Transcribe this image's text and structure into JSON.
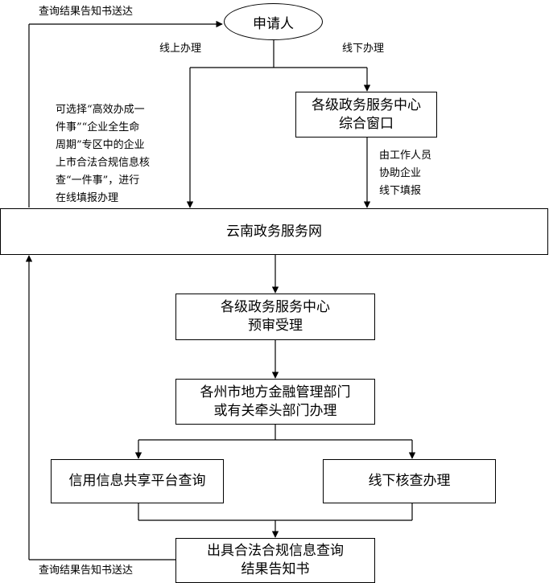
{
  "nodes": {
    "applicant": "申请人",
    "center_window": "各级政务服务中心\n综合窗口",
    "yunnan_portal": "云南政务服务网",
    "center_review": "各级政务服务中心\n预审受理",
    "finance_dept": "各州市地方金融管理部门\n或有关牵头部门办理",
    "credit_query": "信用信息共享平台查询",
    "offline_check": "线下核查办理",
    "issue_result": "出具合法合规信息查询\n结果告知书"
  },
  "edge_labels": {
    "online": "线上办理",
    "offline": "线下办理",
    "send_top": "查询结果告知书送达",
    "send_bottom": "查询结果告知书送达",
    "staff_assist": "由工作人员\n协助企业\n线下填报",
    "online_note": "可选择“高效办成一\n件事”“企业全生命\n周期”专区中的企业\n上市合法合规信息核\n查“一件事”，进行\n在线填报办理"
  }
}
